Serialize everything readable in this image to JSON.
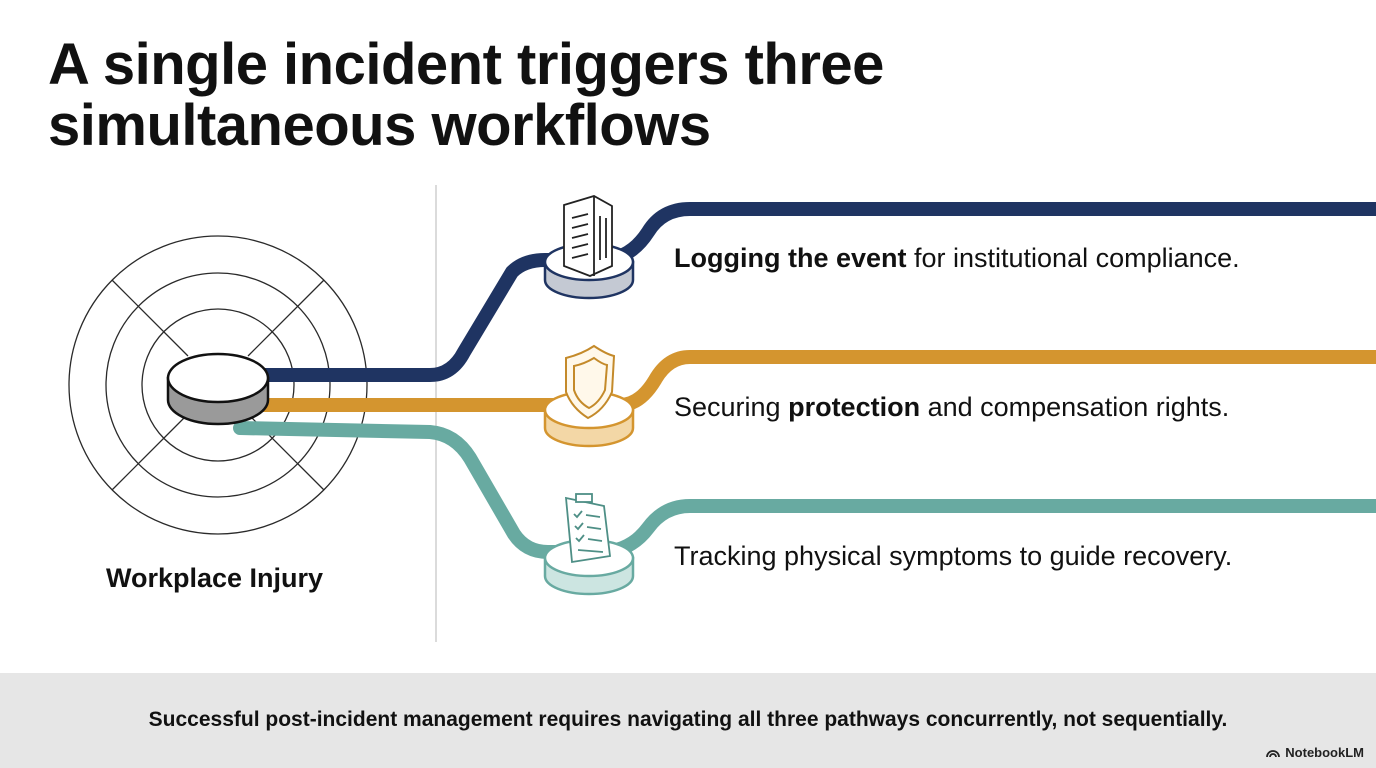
{
  "title": {
    "line1": "A single incident triggers three",
    "line2": "simultaneous workflows"
  },
  "source": {
    "label": "Workplace Injury",
    "icon": "target-icon"
  },
  "workflows": [
    {
      "icon": "building-icon",
      "bold": "Logging the event",
      "rest": " for institutional compliance.",
      "color": "#1f3462",
      "disc_color": "#c4c9d3"
    },
    {
      "icon": "shield-icon",
      "before": "Securing ",
      "bold": "protection",
      "rest": " and compensation rights.",
      "color": "#d4952f",
      "disc_color": "#f3d7a6"
    },
    {
      "icon": "clipboard-icon",
      "text": "Tracking physical symptoms to guide recovery.",
      "color": "#68aaa1",
      "disc_color": "#cce5e1"
    }
  ],
  "footer": {
    "text": "Successful post-incident management requires navigating all three pathways concurrently, not sequentially.",
    "brand": "NotebookLM"
  }
}
